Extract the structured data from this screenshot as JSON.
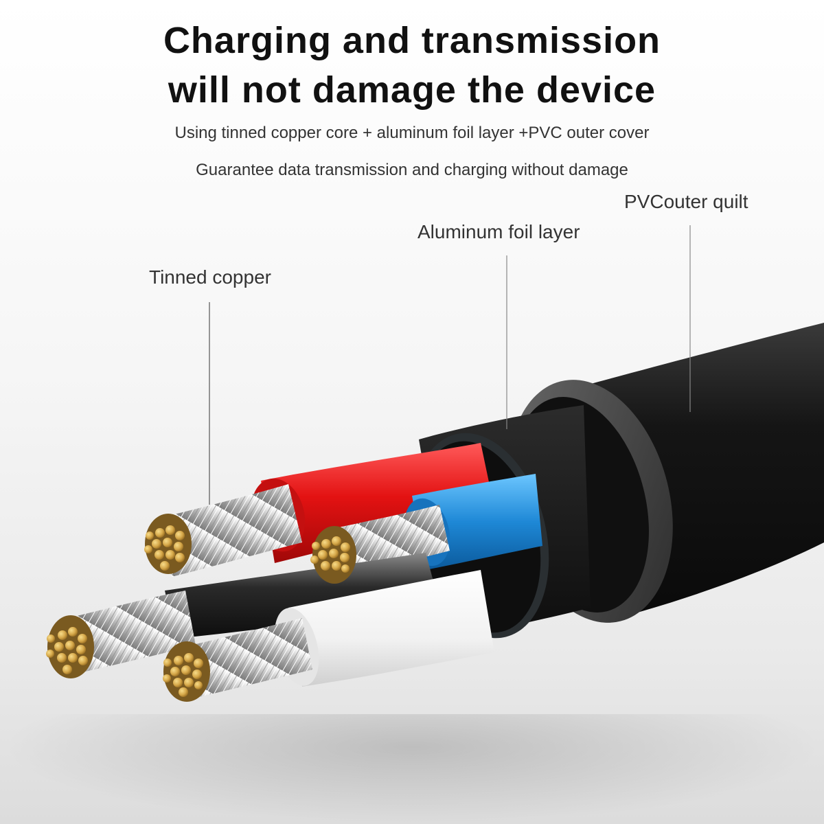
{
  "header": {
    "title_line1": "Charging and transmission",
    "title_line2": "will not damage the device",
    "subtitle_line1": "Using tinned copper core + aluminum foil layer +PVC outer cover",
    "subtitle_line2": "Guarantee data transmission and charging without damage"
  },
  "callouts": {
    "tinned_copper": "Tinned copper",
    "aluminum_foil": "Aluminum foil layer",
    "pvc_outer": "PVCouter quilt"
  },
  "colors": {
    "title": "#111111",
    "pvc_jacket": "#1a1a1a",
    "red_wire": "#e01818",
    "blue_wire": "#1e88d6",
    "white_wire": "#f4f4f4",
    "black_wire": "#222222",
    "copper": "#d6a84a"
  }
}
